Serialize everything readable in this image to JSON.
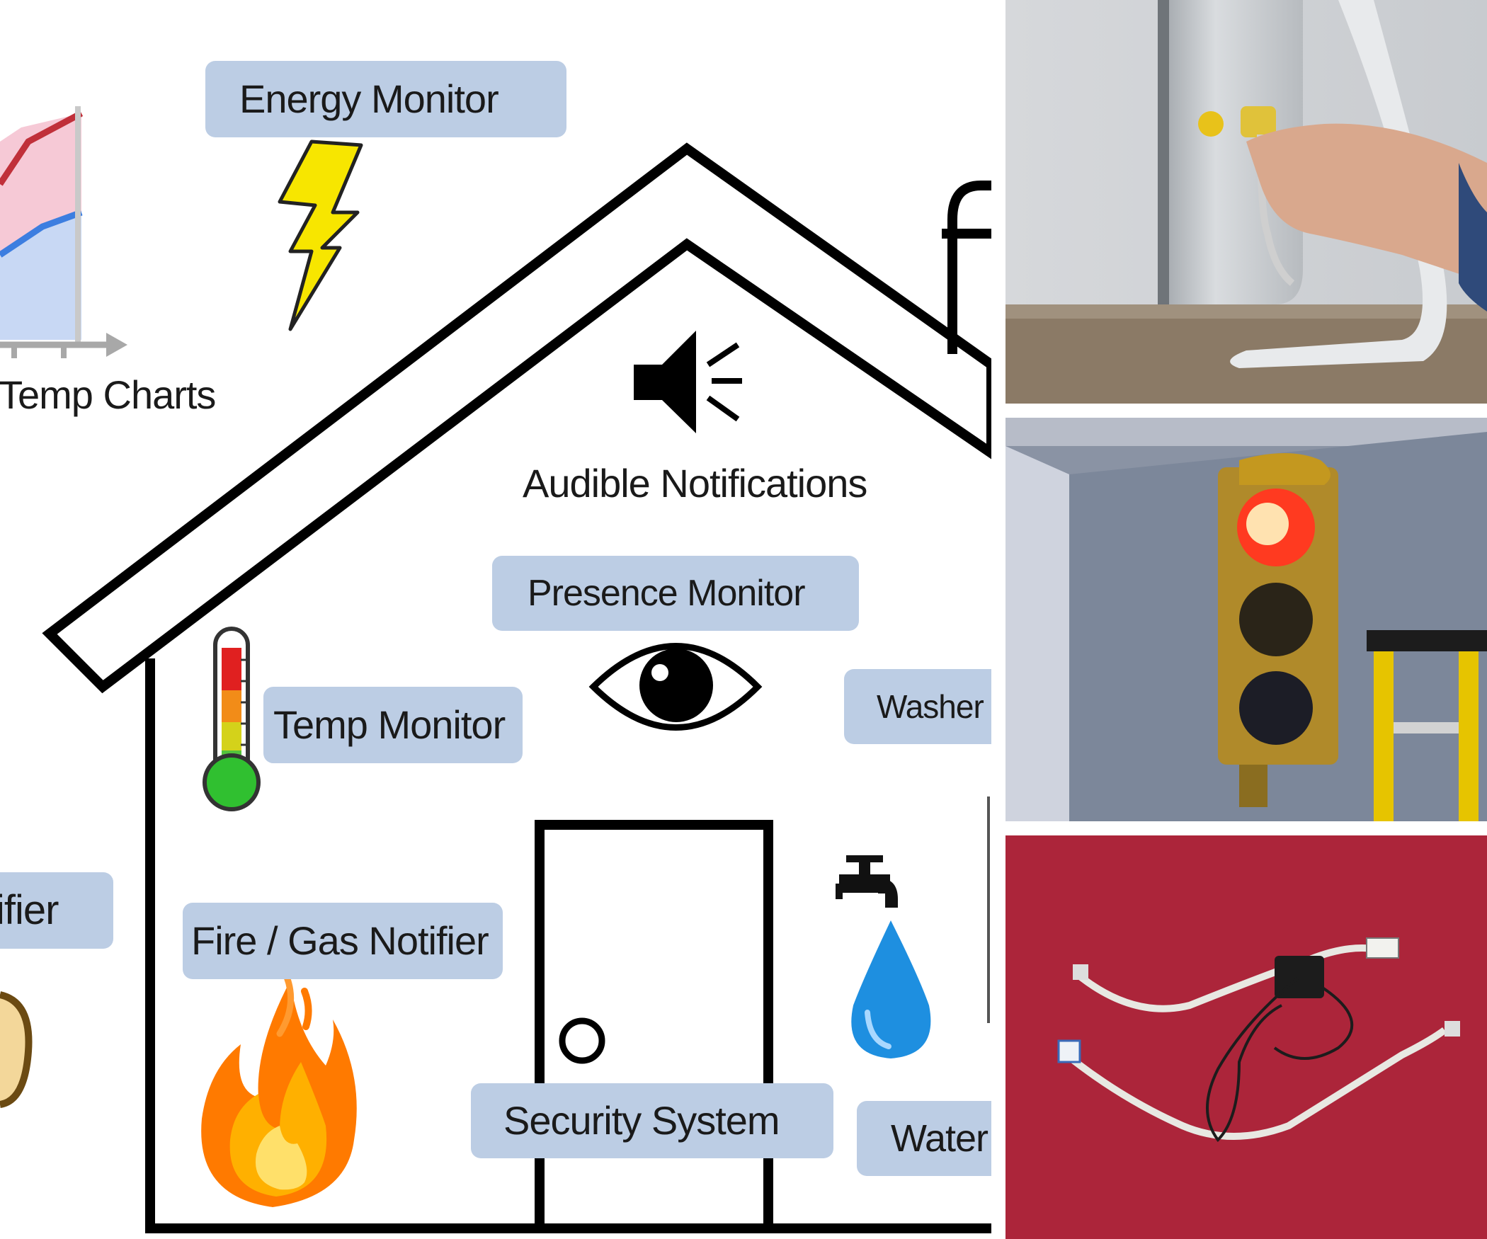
{
  "diagram": {
    "labels": {
      "energy_monitor": "Energy Monitor",
      "temp_charts": "Temp Charts",
      "audible_notifications": "Audible Notifications",
      "presence_monitor": "Presence Monitor",
      "temp_monitor": "Temp Monitor",
      "washer": "Washer /",
      "notifier_left": "ifier",
      "fire_gas_notifier": "Fire / Gas Notifier",
      "security_system": "Security System",
      "water": "Water l"
    },
    "icons": [
      "chart-icon",
      "lightning-bolt-icon",
      "speaker-icon",
      "eye-icon",
      "thermometer-icon",
      "faucet-icon",
      "water-drop-icon",
      "flame-icon",
      "house-outline",
      "door-icon"
    ],
    "colors": {
      "pill": "#bccde4",
      "bolt": "#f7e600",
      "thermo_red": "#e02020",
      "thermo_green": "#30c030",
      "drop": "#1e8fe0",
      "flame": "#ff6a00"
    }
  },
  "photos": [
    {
      "name": "monitor-usb-photo",
      "subject": "hand plugging cable into monitor"
    },
    {
      "name": "traffic-light-photo",
      "subject": "traffic light on wall"
    },
    {
      "name": "cables-photo",
      "subject": "cables on red carpet"
    }
  ]
}
